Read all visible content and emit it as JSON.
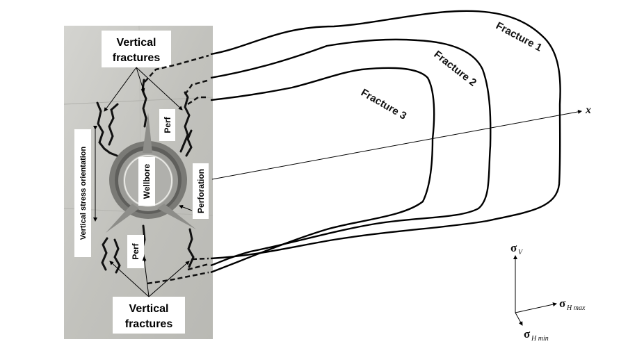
{
  "labels": {
    "vertical_fractures_top_line1": "Vertical",
    "vertical_fractures_top_line2": "fractures",
    "vertical_fractures_bottom_line1": "Vertical",
    "vertical_fractures_bottom_line2": "fractures",
    "perf_top": "Perf",
    "perf_bottom": "Perf",
    "wellbore": "Wellbore",
    "perforation": "Perforation",
    "vertical_stress_orientation": "Vertical stress orientation"
  },
  "fractures": {
    "fracture_1": "Fracture 1",
    "fracture_2": "Fracture 2",
    "fracture_3": "Fracture 3"
  },
  "axes": {
    "x_label": "x",
    "sigma_symbol": "σ",
    "sigma_v_sub": "V",
    "sigma_hmax_sub": "H max",
    "sigma_hmin_sub": "H min"
  },
  "colors": {
    "photo_bg": "#c9c9c4",
    "wellbore_ring": "#6e6e6e",
    "wellbore_inner": "#a8a8a4",
    "fracture_stroke": "#000000"
  }
}
